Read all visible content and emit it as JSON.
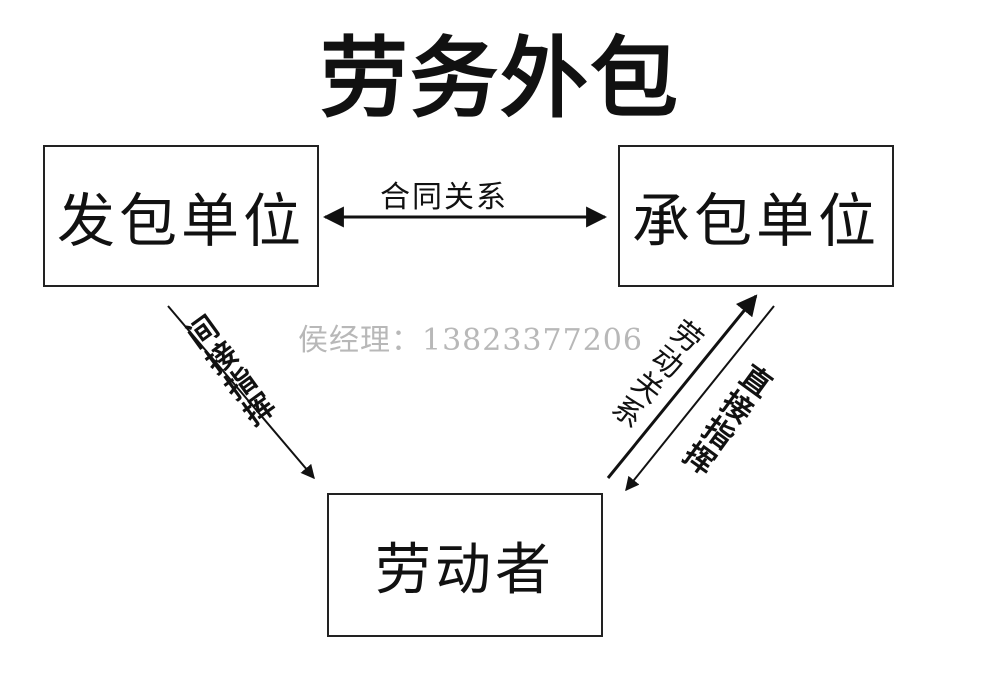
{
  "title": "劳务外包",
  "nodes": {
    "fabao": "发包单位",
    "chengbao": "承包单位",
    "laodongzhe": "劳动者"
  },
  "edges": {
    "contract": "合同关系",
    "indirect": "间接指挥",
    "labor_relation": "劳动关系",
    "direct": "直接指挥"
  },
  "watermark": "侯经理：13823377206"
}
